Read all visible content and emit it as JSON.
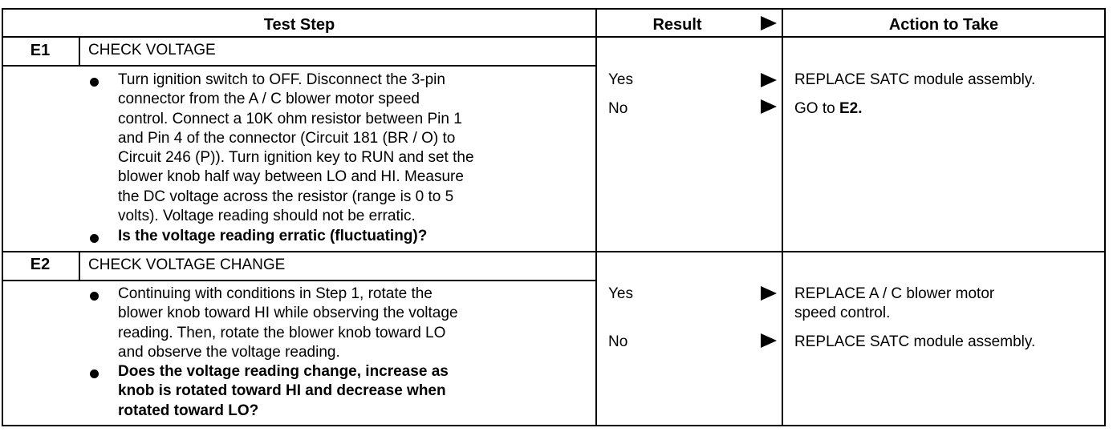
{
  "header": {
    "test_step": "Test Step",
    "result": "Result",
    "action": "Action to Take"
  },
  "steps": [
    {
      "id": "E1",
      "title": "CHECK VOLTAGE",
      "instruction": "Turn ignition switch to OFF. Disconnect the 3-pin\nconnector from the A / C blower motor speed\ncontrol. Connect a 10K ohm resistor between Pin 1\nand Pin 4 of the connector (Circuit 181 (BR / O) to\nCircuit 246 (P)). Turn ignition key to RUN and set the\nblower knob half way between LO and HI. Measure\nthe DC voltage across the resistor (range is 0 to 5\nvolts). Voltage reading should not be erratic.",
      "question": "Is the voltage reading erratic (fluctuating)?",
      "results": [
        {
          "label": "Yes",
          "action": "REPLACE SATC module assembly.",
          "action_bold": ""
        },
        {
          "label": "No",
          "action": "GO to ",
          "action_bold": "E2."
        }
      ]
    },
    {
      "id": "E2",
      "title": "CHECK VOLTAGE CHANGE",
      "instruction": "Continuing with conditions in Step 1, rotate the\nblower knob toward HI while observing the voltage\nreading. Then, rotate the blower knob toward LO\nand observe the voltage reading.",
      "question": "Does the voltage reading change, increase as\nknob is rotated toward HI and decrease when\nrotated toward LO?",
      "results": [
        {
          "label": "Yes",
          "action": "REPLACE A / C blower motor\nspeed control.",
          "action_bold": ""
        },
        {
          "label": "No",
          "action": "REPLACE SATC module assembly.",
          "action_bold": ""
        }
      ]
    }
  ]
}
